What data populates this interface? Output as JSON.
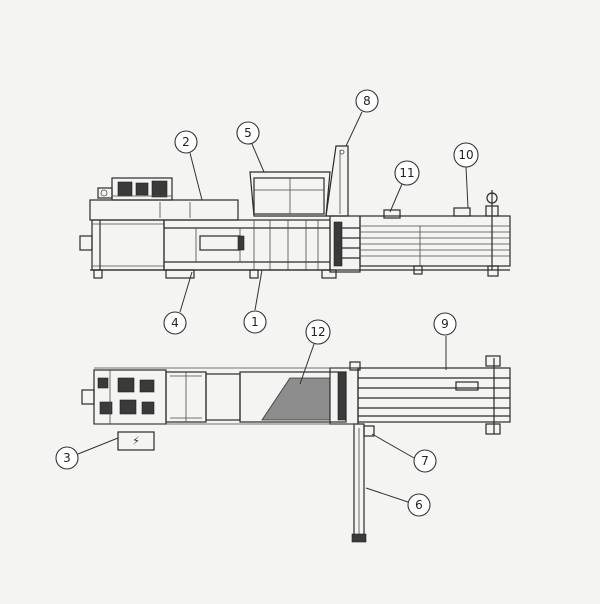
{
  "callouts": {
    "c1": "1",
    "c2": "2",
    "c3": "3",
    "c4": "4",
    "c5": "5",
    "c6": "6",
    "c7": "7",
    "c8": "8",
    "c9": "9",
    "c10": "10",
    "c11": "11",
    "c12": "12"
  },
  "symbol_box": "⚡"
}
